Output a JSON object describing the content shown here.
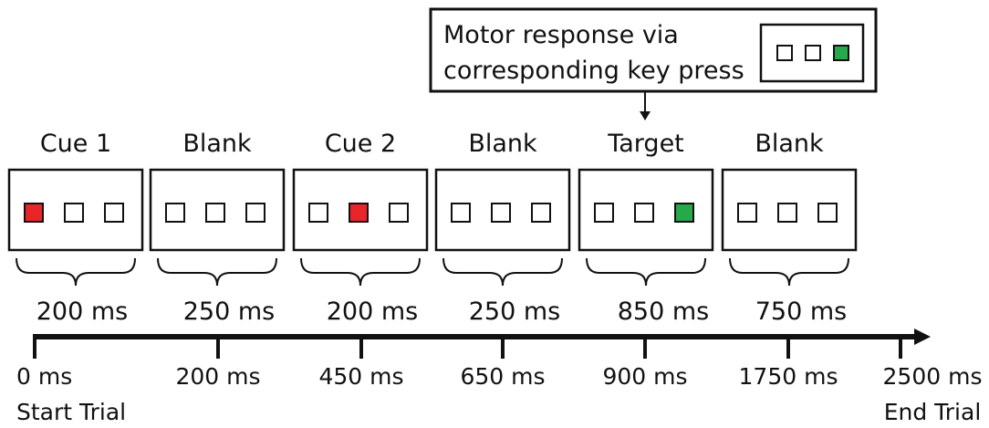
{
  "response_box": {
    "line1": "Motor response via",
    "line2": "corresponding key press",
    "squares": [
      "empty",
      "empty",
      "green"
    ]
  },
  "frames": [
    {
      "label": "Cue 1",
      "squares": [
        "red",
        "empty",
        "empty"
      ],
      "duration": "200 ms"
    },
    {
      "label": "Blank",
      "squares": [
        "empty",
        "empty",
        "empty"
      ],
      "duration": "250 ms"
    },
    {
      "label": "Cue 2",
      "squares": [
        "empty",
        "red",
        "empty"
      ],
      "duration": "200 ms"
    },
    {
      "label": "Blank",
      "squares": [
        "empty",
        "empty",
        "empty"
      ],
      "duration": "250 ms"
    },
    {
      "label": "Target",
      "squares": [
        "empty",
        "empty",
        "green"
      ],
      "duration": "850 ms"
    },
    {
      "label": "Blank",
      "squares": [
        "empty",
        "empty",
        "empty"
      ],
      "duration": "750 ms"
    }
  ],
  "timeline": {
    "ticks": [
      {
        "label": "0 ms",
        "sublabel": "Start Trial"
      },
      {
        "label": "200 ms",
        "sublabel": ""
      },
      {
        "label": "450 ms",
        "sublabel": ""
      },
      {
        "label": "650 ms",
        "sublabel": ""
      },
      {
        "label": "900 ms",
        "sublabel": ""
      },
      {
        "label": "1750 ms",
        "sublabel": ""
      },
      {
        "label": "2500 ms",
        "sublabel": "End Trial"
      }
    ]
  },
  "colors": {
    "red": "#e8262a",
    "green": "#27a84a",
    "stroke": "#111111"
  }
}
